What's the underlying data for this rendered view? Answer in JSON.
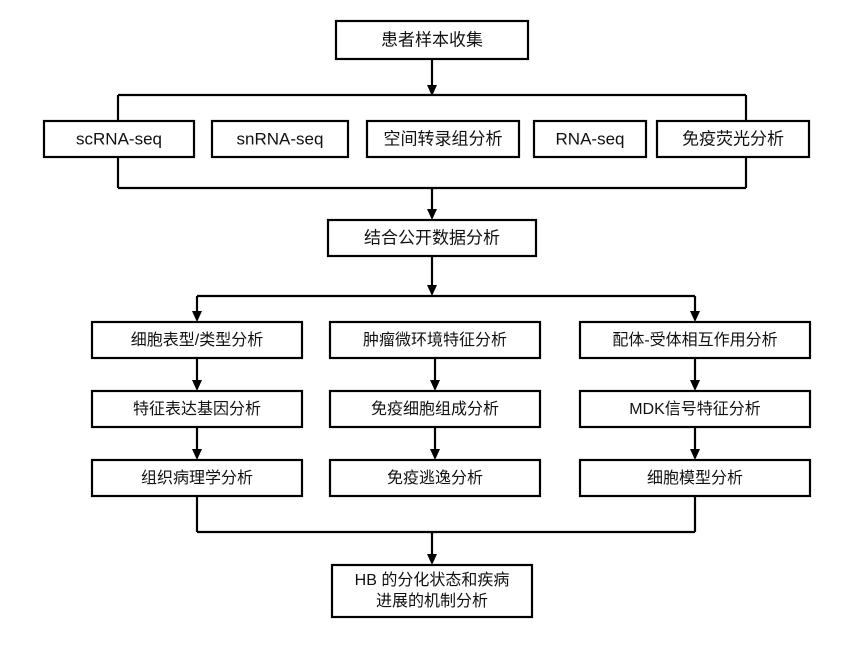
{
  "diagram": {
    "title_text": "Patient sample analysis workflow flowchart",
    "background_color": "#ffffff",
    "line_color": "#000000",
    "box_fill": "#ffffff",
    "text_color": "#111111"
  },
  "nodes": {
    "start": {
      "label": "患者样本收集"
    },
    "methods": [
      {
        "label": "scRNA-seq"
      },
      {
        "label": "snRNA-seq"
      },
      {
        "label": "空间转录组分析"
      },
      {
        "label": "RNA-seq"
      },
      {
        "label": "免疫荧光分析"
      }
    ],
    "public_data": {
      "label": "结合公开数据分析"
    },
    "columns": [
      {
        "name": "cell-phenotype-column",
        "steps": [
          {
            "label": "细胞表型/类型分析"
          },
          {
            "label": "特征表达基因分析"
          },
          {
            "label": "组织病理学分析"
          }
        ]
      },
      {
        "name": "tumor-microenvironment-column",
        "steps": [
          {
            "label": "肿瘤微环境特征分析"
          },
          {
            "label": "免疫细胞组成分析"
          },
          {
            "label": "免疫逃逸分析"
          }
        ]
      },
      {
        "name": "ligand-receptor-column",
        "steps": [
          {
            "label": "配体-受体相互作用分析"
          },
          {
            "label": "MDK信号特征分析"
          },
          {
            "label": "细胞模型分析"
          }
        ]
      }
    ],
    "conclusion": {
      "line1": "HB 的分化状态和疾病",
      "line2": "进展的机制分析"
    }
  }
}
